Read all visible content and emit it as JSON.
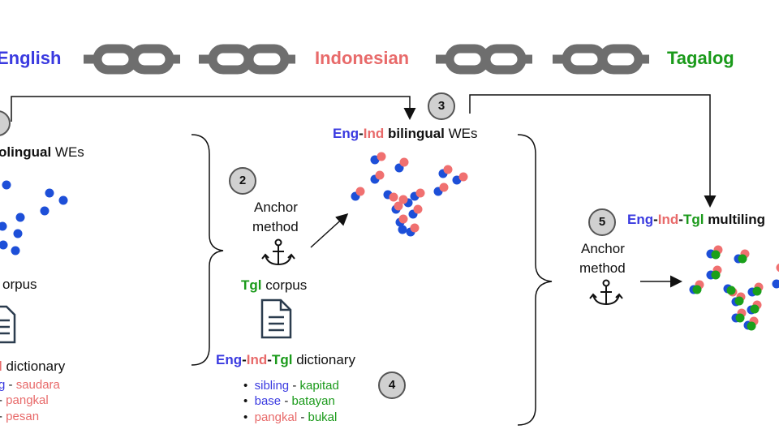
{
  "header": {
    "lang1": "English",
    "lang2": "Indonesian",
    "lang3": "Tagalog",
    "colors": {
      "english": "#3a3ae0",
      "indonesian": "#e86a6a",
      "tagalog": "#1a9a1a",
      "chain": "#6e6e6e"
    }
  },
  "left_panel": {
    "we_suffix_bold": "olingual",
    "we_suffix": "WEs",
    "corpus_text": "orpus",
    "dictionary_prefix": "l",
    "dictionary_text": "dictionary",
    "pairs": [
      {
        "src": "g",
        "sep": "-",
        "tgt": "saudara"
      },
      {
        "src": "",
        "sep": "-",
        "tgt": "pangkal"
      },
      {
        "src": "",
        "sep": "-",
        "tgt": "pesan"
      }
    ]
  },
  "step2": {
    "number": "2",
    "anchor_line1": "Anchor",
    "anchor_line2": "method",
    "anchor_icon": "anchor-icon",
    "corpus_lang": "Tgl",
    "corpus_text": "corpus",
    "doc_icon": "document-icon",
    "dict_eng": "Eng",
    "dict_ind": "Ind",
    "dict_tgl": "Tgl",
    "dict_sep": "-",
    "dict_text": "dictionary"
  },
  "step3": {
    "number": "3",
    "eng": "Eng",
    "sep": "-",
    "ind": "Ind",
    "bold": "bilingual",
    "text": "WEs"
  },
  "step4": {
    "number": "4",
    "pairs": [
      {
        "src": "sibling",
        "sep": "-",
        "tgt": "kapitad",
        "src_color": "blue"
      },
      {
        "src": "base",
        "sep": "-",
        "tgt": "batayan",
        "src_color": "blue"
      },
      {
        "src": "pangkal",
        "sep": "-",
        "tgt": "bukal",
        "src_color": "red"
      }
    ]
  },
  "step5": {
    "number": "5",
    "anchor_line1": "Anchor",
    "anchor_line2": "method",
    "anchor_icon": "anchor-icon",
    "eng": "Eng",
    "sep": "-",
    "ind": "Ind",
    "tgl": "Tgl",
    "bold": "multiling"
  }
}
